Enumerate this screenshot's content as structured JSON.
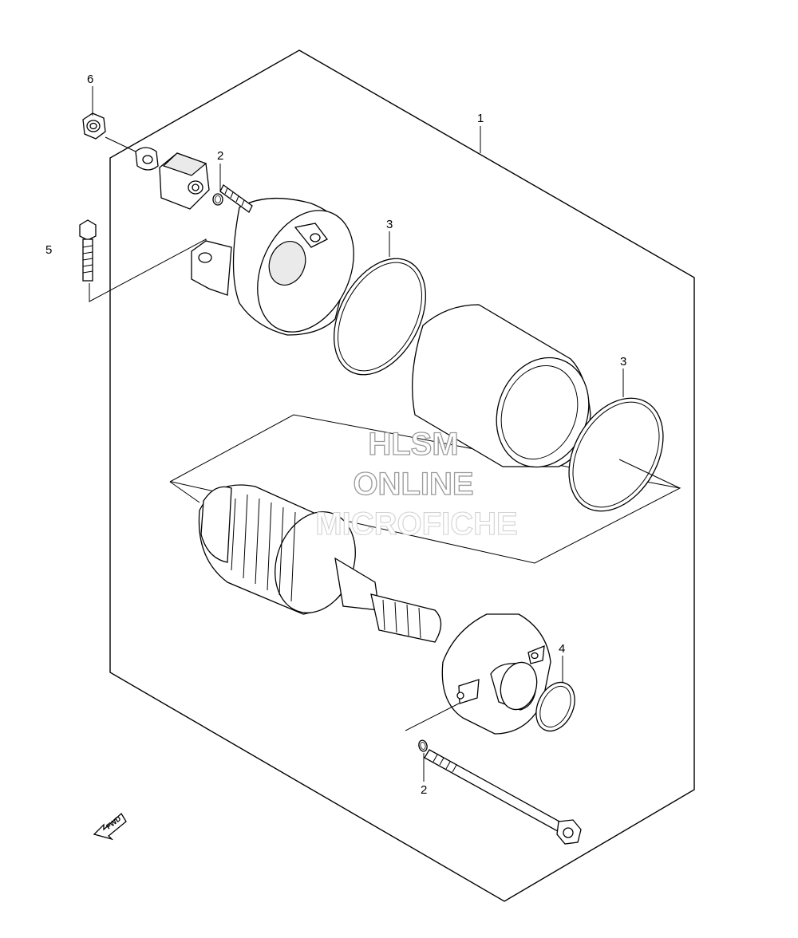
{
  "callouts": {
    "c1": "1",
    "c2_top": "2",
    "c2_bottom": "2",
    "c3_left": "3",
    "c3_right": "3",
    "c4": "4",
    "c5": "5",
    "c6": "6"
  },
  "watermark": {
    "line1": "HLSM",
    "line2": "ONLINE",
    "line3": "MICROFICHE"
  },
  "fwd_label": "FWD"
}
